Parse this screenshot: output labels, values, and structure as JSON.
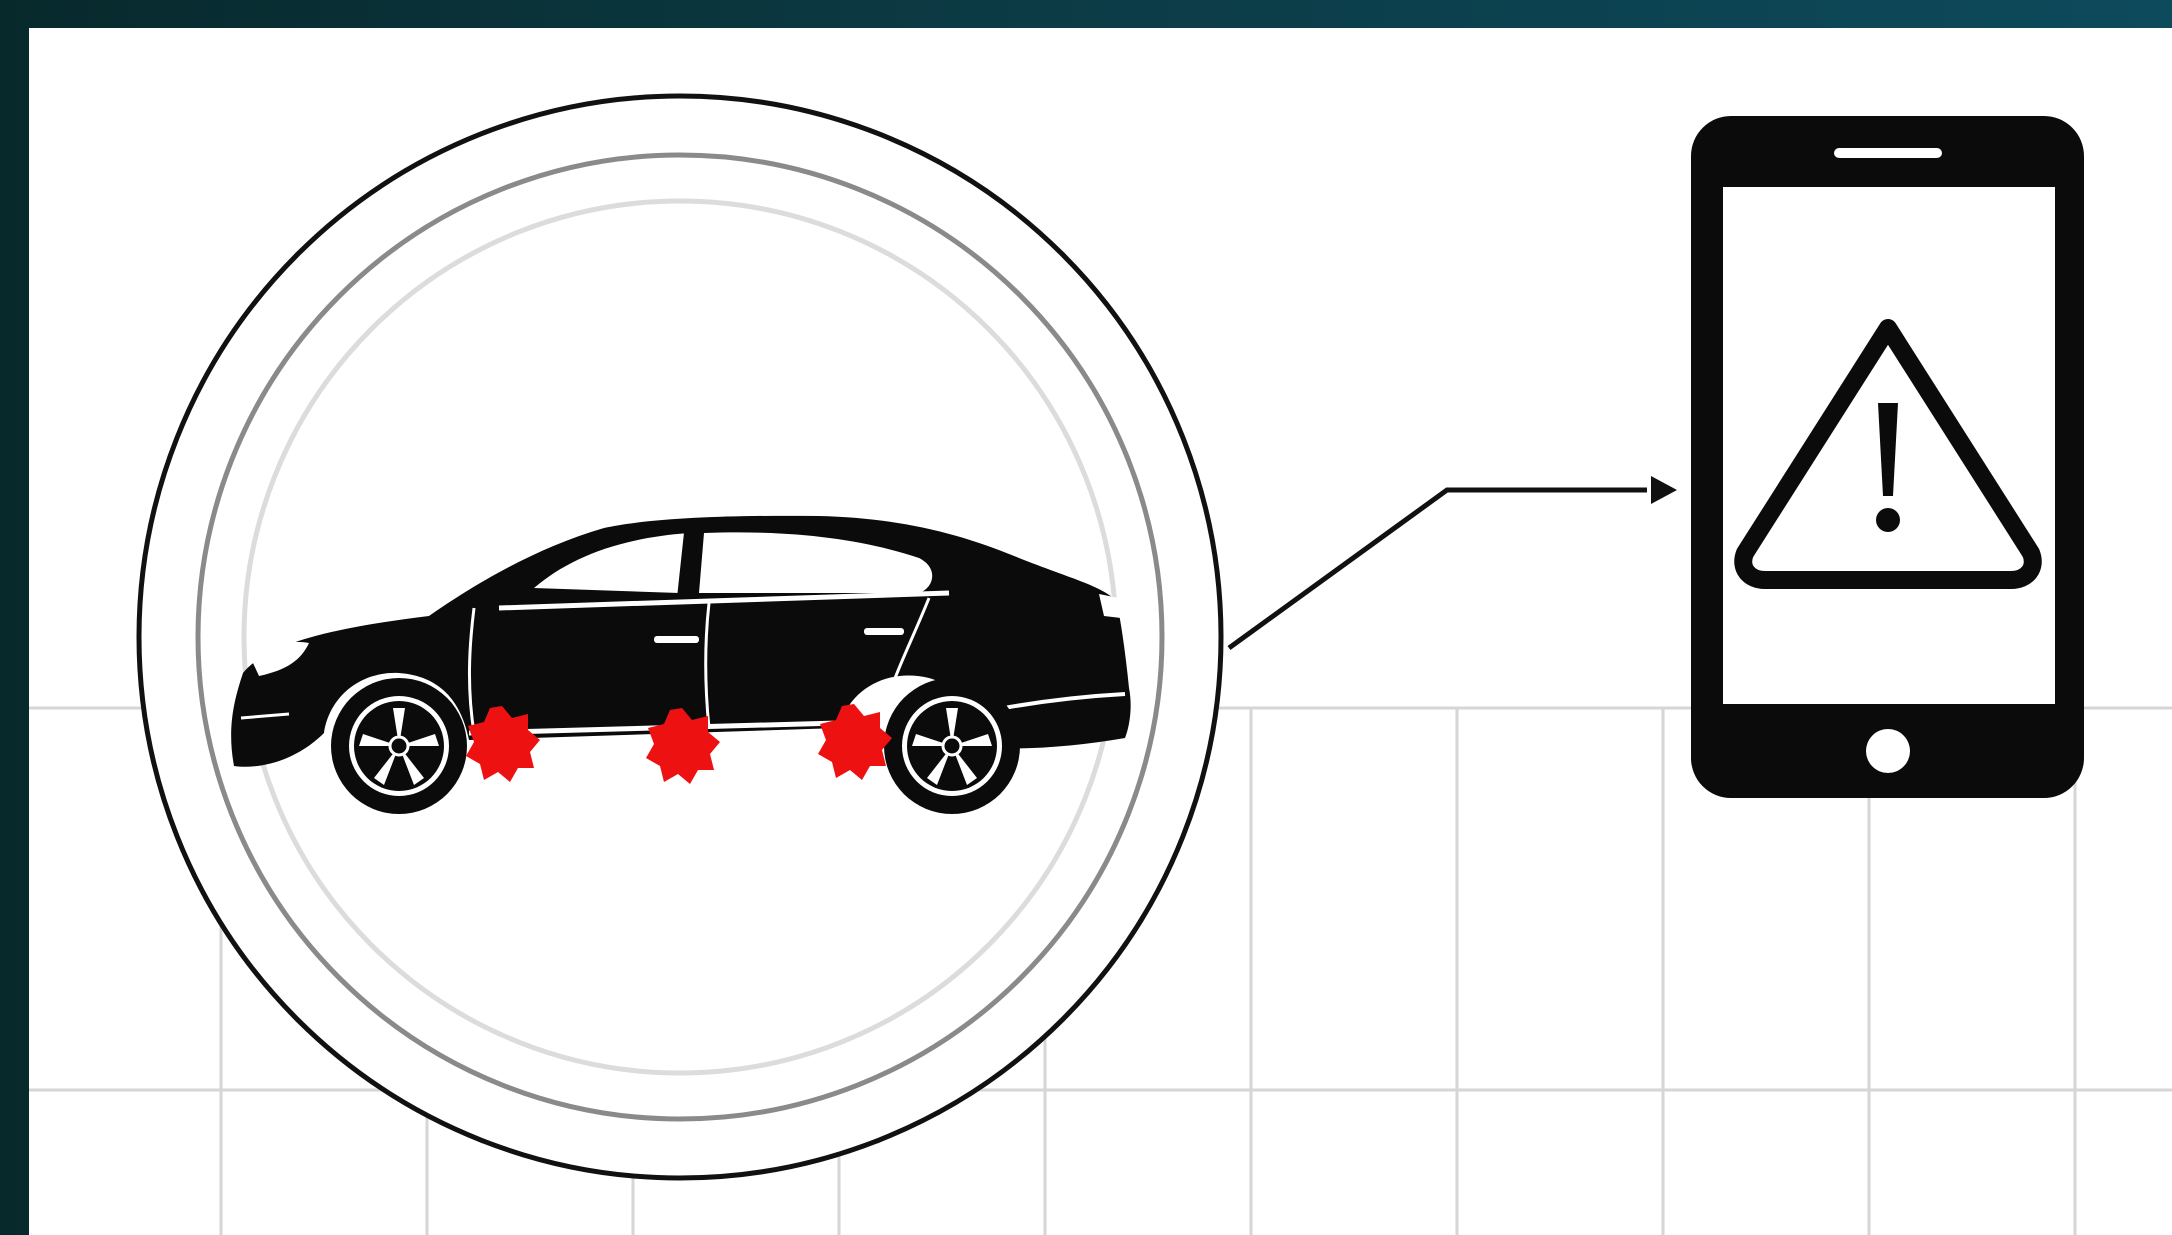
{
  "diagram": {
    "description_nodes": [
      "vehicle-sensor-zone",
      "smartphone-alert"
    ],
    "sensor_count": 3,
    "colors": {
      "frame_dark": "#07292c",
      "frame_light": "#0d4a5c",
      "canvas": "#ffffff",
      "grid": "#d6d6d6",
      "ring_outer": "#111111",
      "ring_mid": "#8a8a8a",
      "ring_inner": "#dcdcdc",
      "car": "#0b0b0b",
      "sensor": "#ee1111",
      "phone": "#0b0b0b",
      "arrow": "#111111"
    },
    "icons": [
      "car-icon",
      "sensor-burst-icon",
      "smartphone-icon",
      "warning-triangle-icon",
      "arrow-icon"
    ]
  }
}
